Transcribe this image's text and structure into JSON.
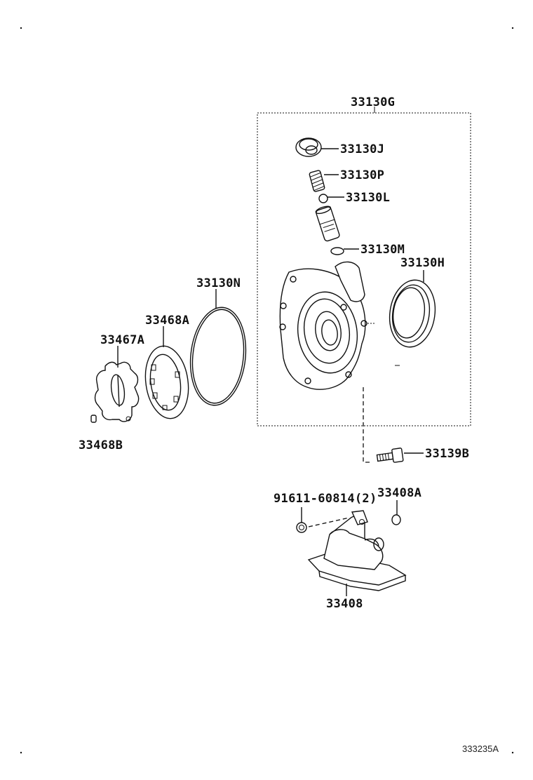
{
  "diagram": {
    "reference_code": "333235A",
    "parts": {
      "p_33130G": "33130G",
      "p_33130J": "33130J",
      "p_33130P": "33130P",
      "p_33130L": "33130L",
      "p_33130M": "33130M",
      "p_33130H": "33130H",
      "p_33130N": "33130N",
      "p_33468A": "33468A",
      "p_33467A": "33467A",
      "p_33468B": "33468B",
      "p_33139B": "33139B",
      "p_91611": "91611-60814(2)",
      "p_33408A": "33408A",
      "p_33408": "33408"
    }
  }
}
